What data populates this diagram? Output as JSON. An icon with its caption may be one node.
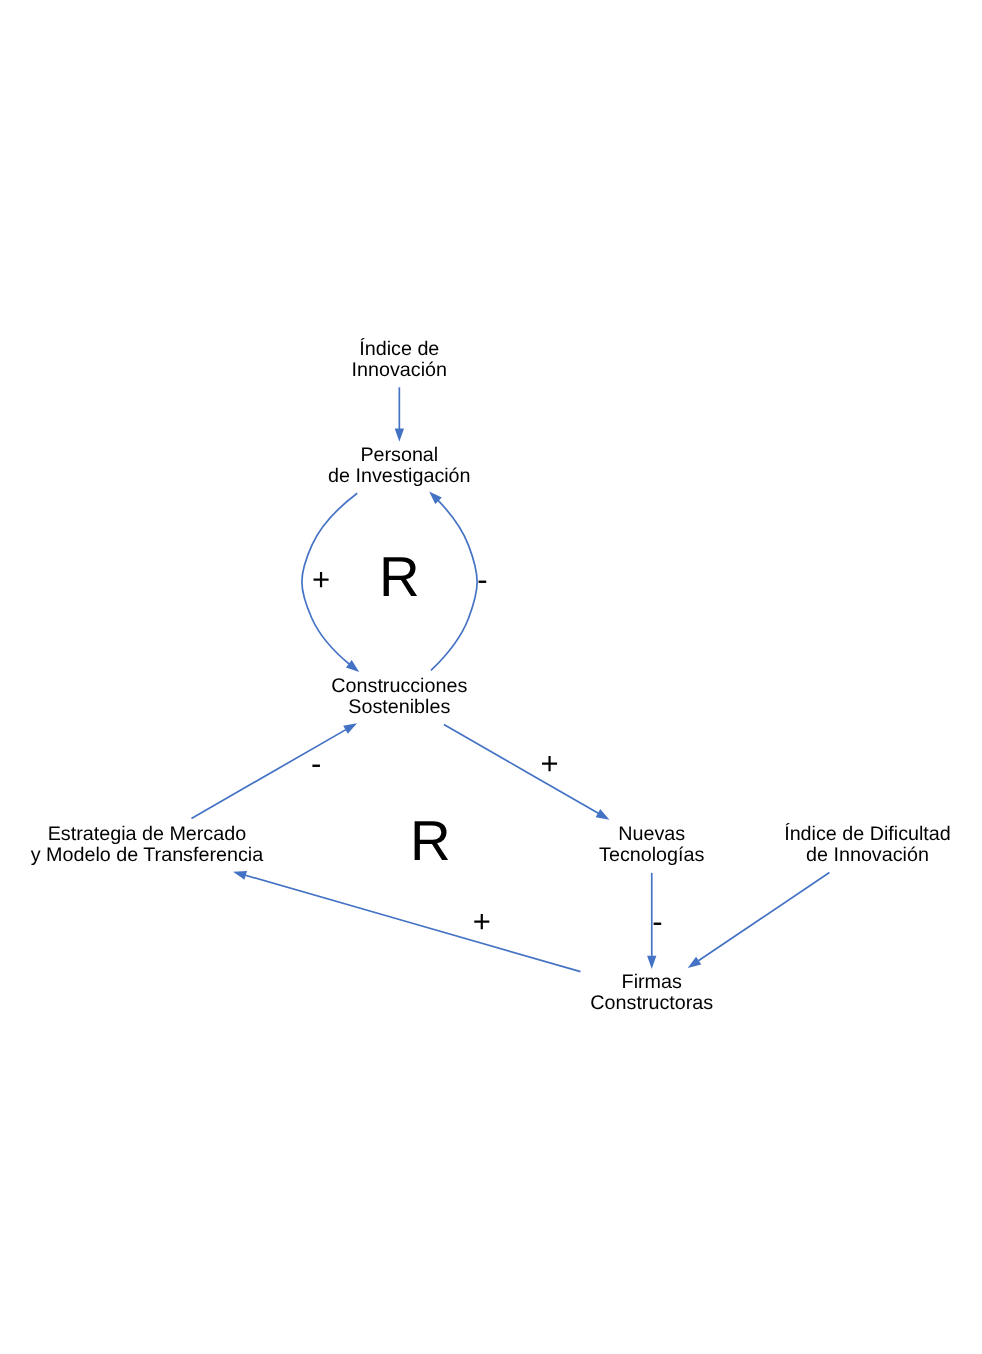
{
  "diagram": {
    "nodes": [
      {
        "text": [
          "Índice de Innovación"
        ]
      },
      {
        "text": [
          "Personal de Investigación"
        ]
      },
      {
        "text": [
          "Construcciones Sostenibles"
        ]
      },
      {
        "text": [
          "Nuevas Tecnologías"
        ]
      },
      {
        "text": [
          "Firmas Constructoras"
        ]
      },
      {
        "text": [
          "Estrategia de Mercado y Modelo de Transferencia"
        ]
      },
      {
        "text": [
          "Índice de Dificultad de Innovación"
        ]
      }
    ],
    "edges": [
      {
        "from": 0,
        "to": 1,
        "arrow": "to"
      },
      {
        "from": 1,
        "to": 2,
        "arrow": "to",
        "label": "+"
      },
      {
        "from": 2,
        "to": 1,
        "arrow": "to",
        "label": "-"
      },
      {
        "from": 2,
        "to": 3,
        "arrow": "to",
        "label": "+"
      },
      {
        "from": 3,
        "to": 4,
        "arrow": "to",
        "label": "-"
      },
      {
        "from": 4,
        "to": 5,
        "arrow": "to",
        "label": "+"
      },
      {
        "from": 5,
        "to": 2,
        "arrow": "to",
        "label": "-"
      },
      {
        "from": 6,
        "to": 4,
        "arrow": "to"
      }
    ],
    "labels": [
      "R",
      "R"
    ]
  }
}
